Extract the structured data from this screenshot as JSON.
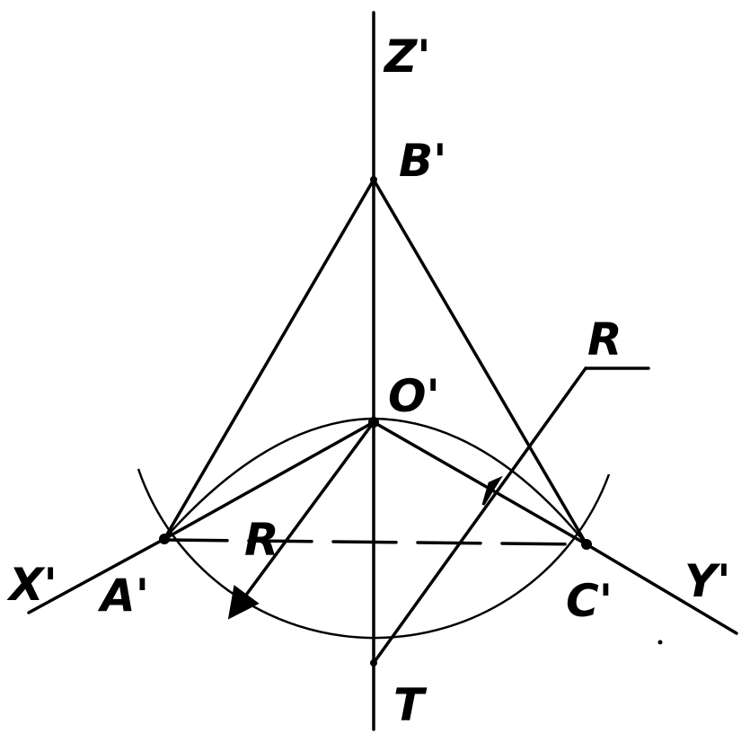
{
  "labels": {
    "z_axis": "Z'",
    "x_axis": "X'",
    "y_axis": "Y'",
    "point_b": "B'",
    "point_o": "O'",
    "point_a": "A'",
    "point_c": "C'",
    "point_t": "T",
    "radius_left": "R",
    "radius_right": "R"
  },
  "colors": {
    "ink": "#000000",
    "paper": "#ffffff"
  }
}
